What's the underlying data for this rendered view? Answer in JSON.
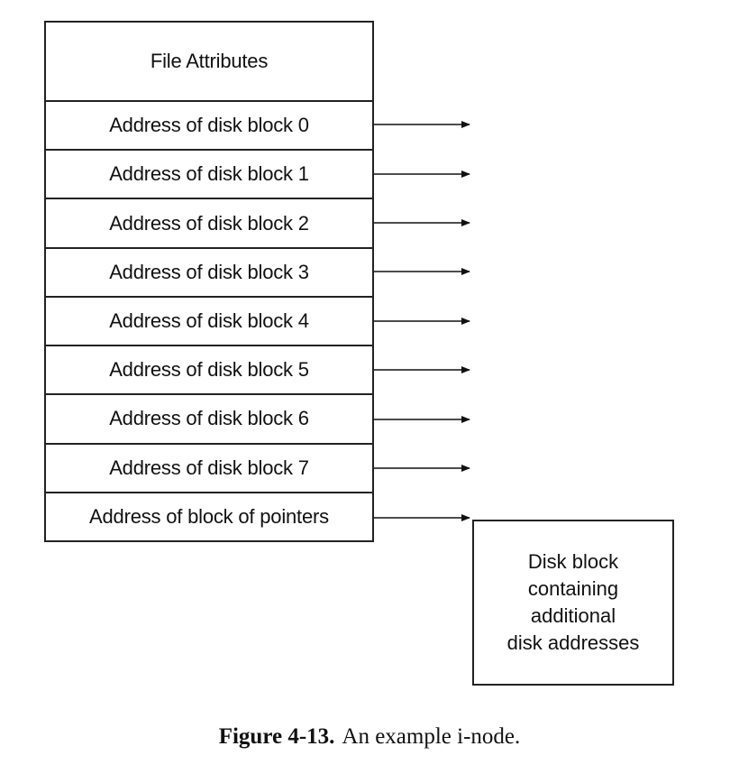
{
  "inode": {
    "header": "File Attributes",
    "rows": [
      "Address of disk block 0",
      "Address of disk block 1",
      "Address of disk block 2",
      "Address of disk block 3",
      "Address of disk block 4",
      "Address of disk block 5",
      "Address of disk block 6",
      "Address of disk block 7",
      "Address of block of pointers"
    ]
  },
  "indirect_block": {
    "text": "Disk block\ncontaining\nadditional\ndisk addresses"
  },
  "caption": {
    "label": "Figure 4-13.",
    "text": "An example i-node."
  }
}
